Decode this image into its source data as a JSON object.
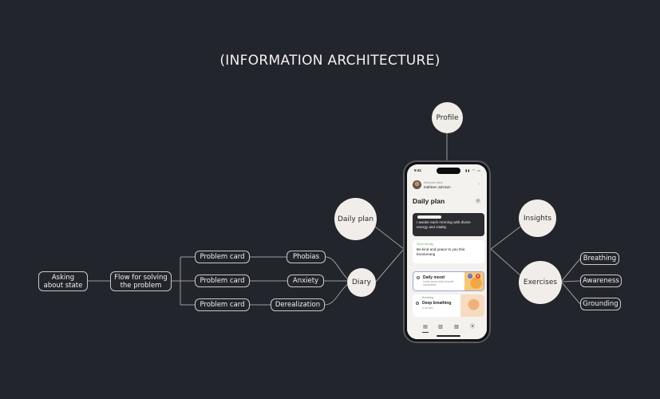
{
  "title": "(INFORMATION ARCHITECTURE)",
  "nodes": {
    "asking": "Asking\nabout state",
    "flow": "Flow for solving\nthe problem",
    "problem_cards": [
      "Problem card",
      "Problem card",
      "Problem card"
    ],
    "problems": [
      "Phobias",
      "Anxiety",
      "Derealization"
    ],
    "diary": "Diary",
    "daily_plan": "Daily plan",
    "profile": "Profile",
    "insights": "Insights",
    "exercises": "Exercises",
    "exercise_items": [
      "Breathing",
      "Awareness",
      "Grounding"
    ]
  },
  "phone": {
    "status_time": "9:41",
    "status_icons": "▮▮ ◠ ▭",
    "welcome": "Welcome back",
    "user_name": "Kathleen Johnson",
    "header_title": "Daily plan",
    "affirmation": "I awoke each morning with divine energy and vitality.",
    "tip_label": "Tip for the day",
    "tip_text": "Be kind and peace to you this boomerang",
    "mood_title": "Daily mood",
    "mood_sub": "Lorem ipsum dolor sit amet consectetur.",
    "breath_tag": "Breathing",
    "breath_title": "Deep breathing",
    "breath_sub": "5 minutes"
  },
  "colors": {
    "background": "#23252c",
    "circle_fill": "#f1eeea",
    "line": "#9a9a9a"
  }
}
